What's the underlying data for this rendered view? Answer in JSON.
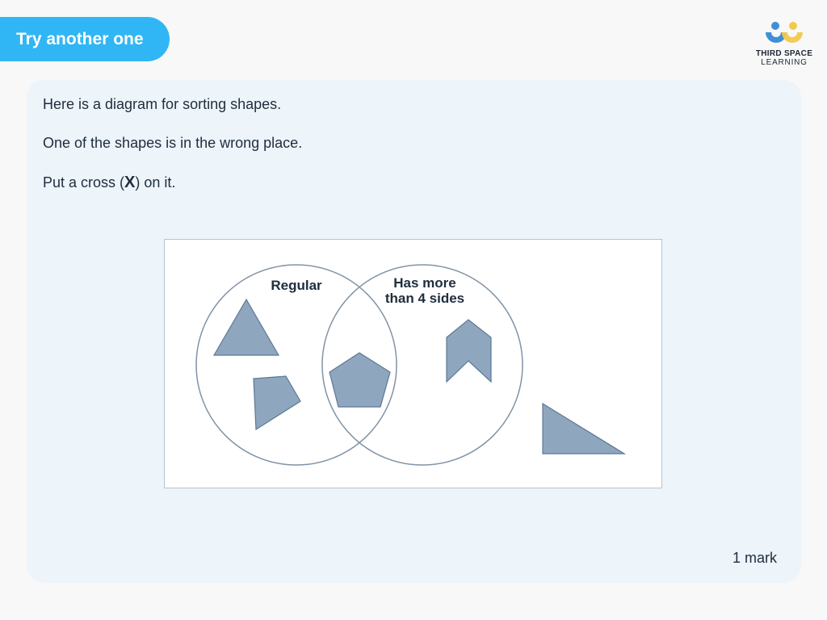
{
  "button": {
    "label": "Try another one"
  },
  "logo": {
    "line1": "THIRD SPACE",
    "line2": "LEARNING"
  },
  "question": {
    "line1": "Here is a diagram for sorting shapes.",
    "line2": "One of the shapes is in the wrong place.",
    "line3_before": "Put a cross (",
    "line3_cross": "X",
    "line3_after": ") on it."
  },
  "diagram": {
    "set_left_label": "Regular",
    "set_right_label_line1": "Has more",
    "set_right_label_line2": "than 4 sides",
    "shape_fill": "#8fa6bf",
    "shape_stroke": "#5e7893",
    "circle_stroke": "#8193a6"
  },
  "marks": "1 mark",
  "colors": {
    "accent": "#30b6f4",
    "logo_blue": "#3f8fd6",
    "logo_yellow": "#f2c94c"
  }
}
